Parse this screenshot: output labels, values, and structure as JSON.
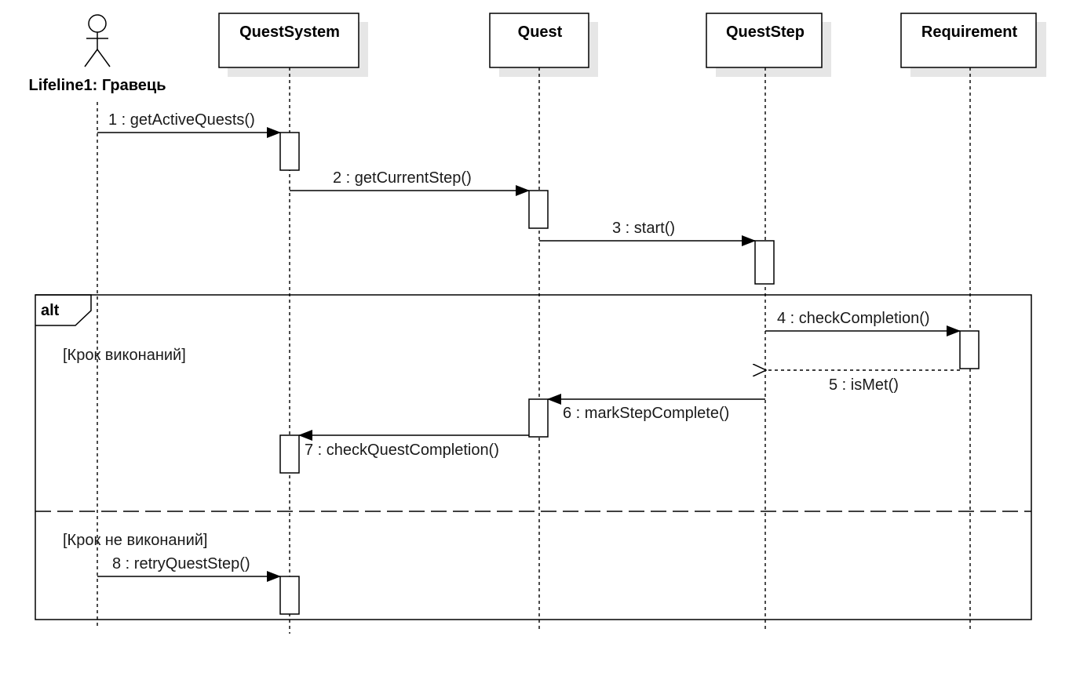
{
  "actor": {
    "label": "Lifeline1: Гравець",
    "icon": "stick-figure-icon"
  },
  "participants": [
    {
      "id": "qs",
      "label": "QuestSystem"
    },
    {
      "id": "q",
      "label": "Quest"
    },
    {
      "id": "st",
      "label": "QuestStep"
    },
    {
      "id": "req",
      "label": "Requirement"
    }
  ],
  "messages": [
    {
      "label": "1 : getActiveQuests()",
      "from": "actor",
      "to": "qs",
      "kind": "sync"
    },
    {
      "label": "2 : getCurrentStep()",
      "from": "qs",
      "to": "q",
      "kind": "sync"
    },
    {
      "label": "3 : start()",
      "from": "q",
      "to": "st",
      "kind": "sync"
    },
    {
      "label": "4 : checkCompletion()",
      "from": "st",
      "to": "req",
      "kind": "sync"
    },
    {
      "label": "5 : isMet()",
      "from": "req",
      "to": "st",
      "kind": "reply"
    },
    {
      "label": "6 : markStepComplete()",
      "from": "st",
      "to": "q",
      "kind": "sync"
    },
    {
      "label": "7 : checkQuestCompletion()",
      "from": "q",
      "to": "qs",
      "kind": "sync"
    },
    {
      "label": "8 : retryQuestStep()",
      "from": "actor",
      "to": "qs",
      "kind": "sync"
    }
  ],
  "fragment": {
    "operator": "alt",
    "guards": [
      "[Крок виконаний]",
      "[Крок не виконаний]"
    ]
  }
}
